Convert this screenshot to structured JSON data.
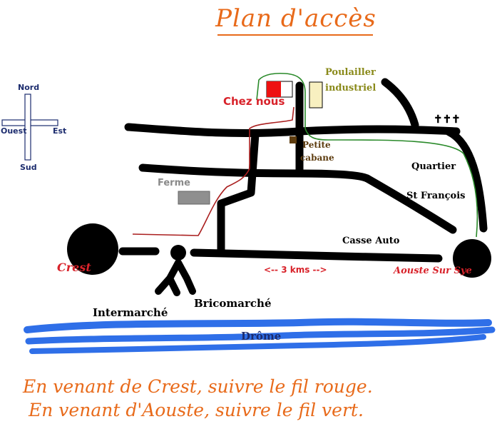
{
  "title": "Plan d'accès",
  "compass": {
    "north": "Nord",
    "west": "Ouest",
    "east": "Est",
    "south": "Sud"
  },
  "places": {
    "chez_nous": "Chez nous",
    "poulailler": "Poulailler",
    "poulailler2": "industriel",
    "cabane": "Petite",
    "cabane2": "cabane",
    "ferme": "Ferme",
    "quartier": "Quartier",
    "st_francois": "St François",
    "casse_auto": "Casse Auto",
    "crest": "Crest",
    "aouste": "Aouste Sur Sye",
    "intermarche": "Intermarché",
    "bricomarche": "Bricomarché",
    "drome": "Drôme"
  },
  "distance": "<-- 3 kms -->",
  "instructions": {
    "red": "En venant de Crest, suivre le fil rouge.",
    "green": "En venant d'Aouste, suivre le fil vert."
  },
  "colors": {
    "road": "#000000",
    "title": "#e86a1a",
    "red_route": "#aa1f1f",
    "green_route": "#2a8a2a",
    "river": "#2f6fe8",
    "red_label": "#d8222a",
    "olive_label": "#8a8a1a",
    "brown_label": "#5e3d10",
    "ferme_label": "#8a8a8a"
  },
  "symbols": {
    "cemetery": "✝✝✝"
  }
}
